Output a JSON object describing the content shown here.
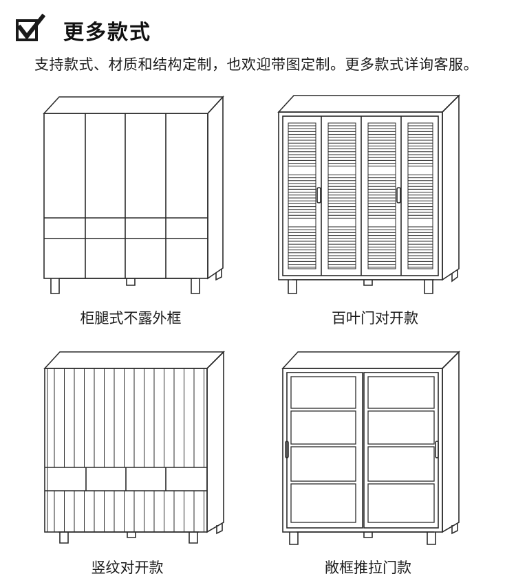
{
  "header": {
    "title": "更多款式",
    "subtitle": "支持款式、材质和结构定制，也欢迎带图定制。更多款式详询客服。"
  },
  "styles": [
    {
      "caption": "柜腿式不露外框"
    },
    {
      "caption": "百叶门对开款"
    },
    {
      "caption": "竖纹对开款"
    },
    {
      "caption": "敞框推拉门款"
    }
  ],
  "colors": {
    "line": "#2a2a2a",
    "accent": "#2e6b2a"
  },
  "icons": {
    "header": "checkbox-check-icon"
  }
}
